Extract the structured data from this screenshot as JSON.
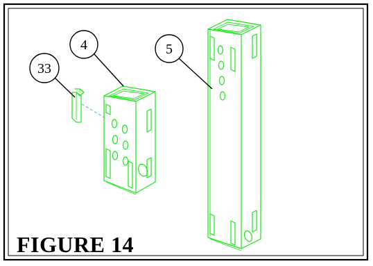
{
  "figure": {
    "title": "FIGURE 14"
  },
  "callouts": [
    {
      "id": "33",
      "label": "33"
    },
    {
      "id": "4",
      "label": "4"
    },
    {
      "id": "5",
      "label": "5"
    }
  ],
  "colors": {
    "part_lines": "#19e619",
    "alignment_line": "#3fb7e8",
    "frame": "#000000"
  }
}
